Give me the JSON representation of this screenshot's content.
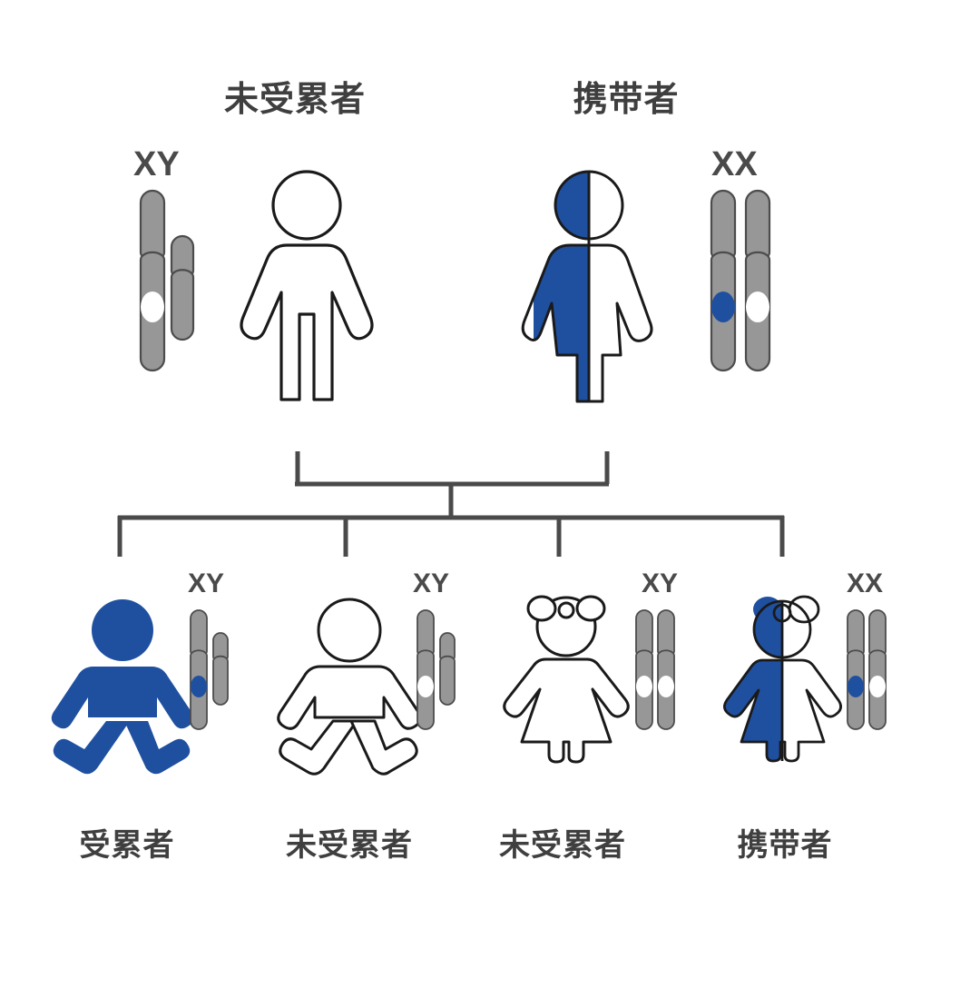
{
  "diagram": {
    "title_semantic": "x-linked-recessive-inheritance-pedigree",
    "colors": {
      "affected_blue": "#1f50a0",
      "chromosome_gray": "#979797",
      "chromosome_outline": "#4c4c4c",
      "outline_black": "#1a1a1a",
      "label_gray": "#3f3f3f",
      "karyotype_gray": "#4a4a4a",
      "line_gray": "#4a4a4a",
      "background": "#ffffff"
    }
  },
  "parents": [
    {
      "id": "father",
      "status_label": "未受累者",
      "karyotype": "XY",
      "sex": "male",
      "fill": "white",
      "chromosomes": [
        {
          "type": "X",
          "marker": "white"
        },
        {
          "type": "Y",
          "marker": "none"
        }
      ]
    },
    {
      "id": "mother",
      "status_label": "携带者",
      "karyotype": "XX",
      "sex": "female",
      "fill": "half-blue",
      "chromosomes": [
        {
          "type": "X",
          "marker": "blue"
        },
        {
          "type": "X",
          "marker": "white"
        }
      ]
    }
  ],
  "children": [
    {
      "id": "child-1",
      "status_label": "受累者",
      "karyotype": "XY",
      "sex": "male",
      "fill": "blue",
      "chromosomes": [
        {
          "type": "X",
          "marker": "blue"
        },
        {
          "type": "Y",
          "marker": "none"
        }
      ]
    },
    {
      "id": "child-2",
      "status_label": "未受累者",
      "karyotype": "XY",
      "sex": "male",
      "fill": "white",
      "chromosomes": [
        {
          "type": "X",
          "marker": "white"
        },
        {
          "type": "Y",
          "marker": "none"
        }
      ]
    },
    {
      "id": "child-3",
      "status_label": "未受累者",
      "karyotype": "XY",
      "sex": "female",
      "fill": "white",
      "chromosomes": [
        {
          "type": "X",
          "marker": "white"
        },
        {
          "type": "X",
          "marker": "white"
        }
      ]
    },
    {
      "id": "child-4",
      "status_label": "携带者",
      "karyotype": "XX",
      "sex": "female",
      "fill": "half-blue",
      "chromosomes": [
        {
          "type": "X",
          "marker": "blue"
        },
        {
          "type": "X",
          "marker": "white"
        }
      ]
    }
  ]
}
